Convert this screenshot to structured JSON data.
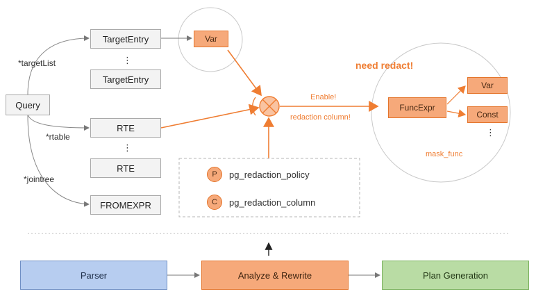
{
  "query": {
    "label": "Query"
  },
  "query_fields": {
    "target_list": "*targetList",
    "rtable": "*rtable",
    "jointree": "*jointree"
  },
  "nodes": {
    "target_entry_1": "TargetEntry",
    "target_entry_2": "TargetEntry",
    "rte_1": "RTE",
    "rte_2": "RTE",
    "fromexpr": "FROMEXPR",
    "var_left": "Var",
    "funcexpr": "FuncExpr",
    "var_right": "Var",
    "const": "Const",
    "ellipsis": "⋮"
  },
  "annotations": {
    "need_redact": "need redact!",
    "enable": "Enable!",
    "redaction_column": "redaction column!",
    "mask_func": "mask_func",
    "merge_symbol": "⊗"
  },
  "catalog": {
    "policy_badge": "P",
    "policy_label": "pg_redaction_policy",
    "column_badge": "C",
    "column_label": "pg_redaction_column"
  },
  "phases": {
    "parser": "Parser",
    "analyze": "Analyze & Rewrite",
    "third": "Plan Generation"
  },
  "colors": {
    "orange": "#ef7d32",
    "orange_fill": "#f6a97a",
    "blue_fill": "#b7cdf0",
    "green_fill": "#b9dca4",
    "gray_fill": "#f3f3f3"
  }
}
